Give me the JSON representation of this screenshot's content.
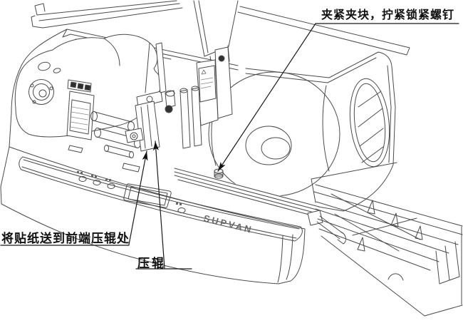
{
  "illustration": {
    "background": "#ffffff",
    "line_color": "#4b4b4b",
    "annotation_color": "#111111"
  },
  "callouts": {
    "clamp_screw": {
      "text": "夹紧夹块，拧紧锁紧螺钉"
    },
    "feed_sticker": {
      "text": "将贴纸送到前端压辊处"
    },
    "platen_roller": {
      "text": "压辊"
    }
  },
  "machine": {
    "brand_logo": "SUPVAN"
  }
}
